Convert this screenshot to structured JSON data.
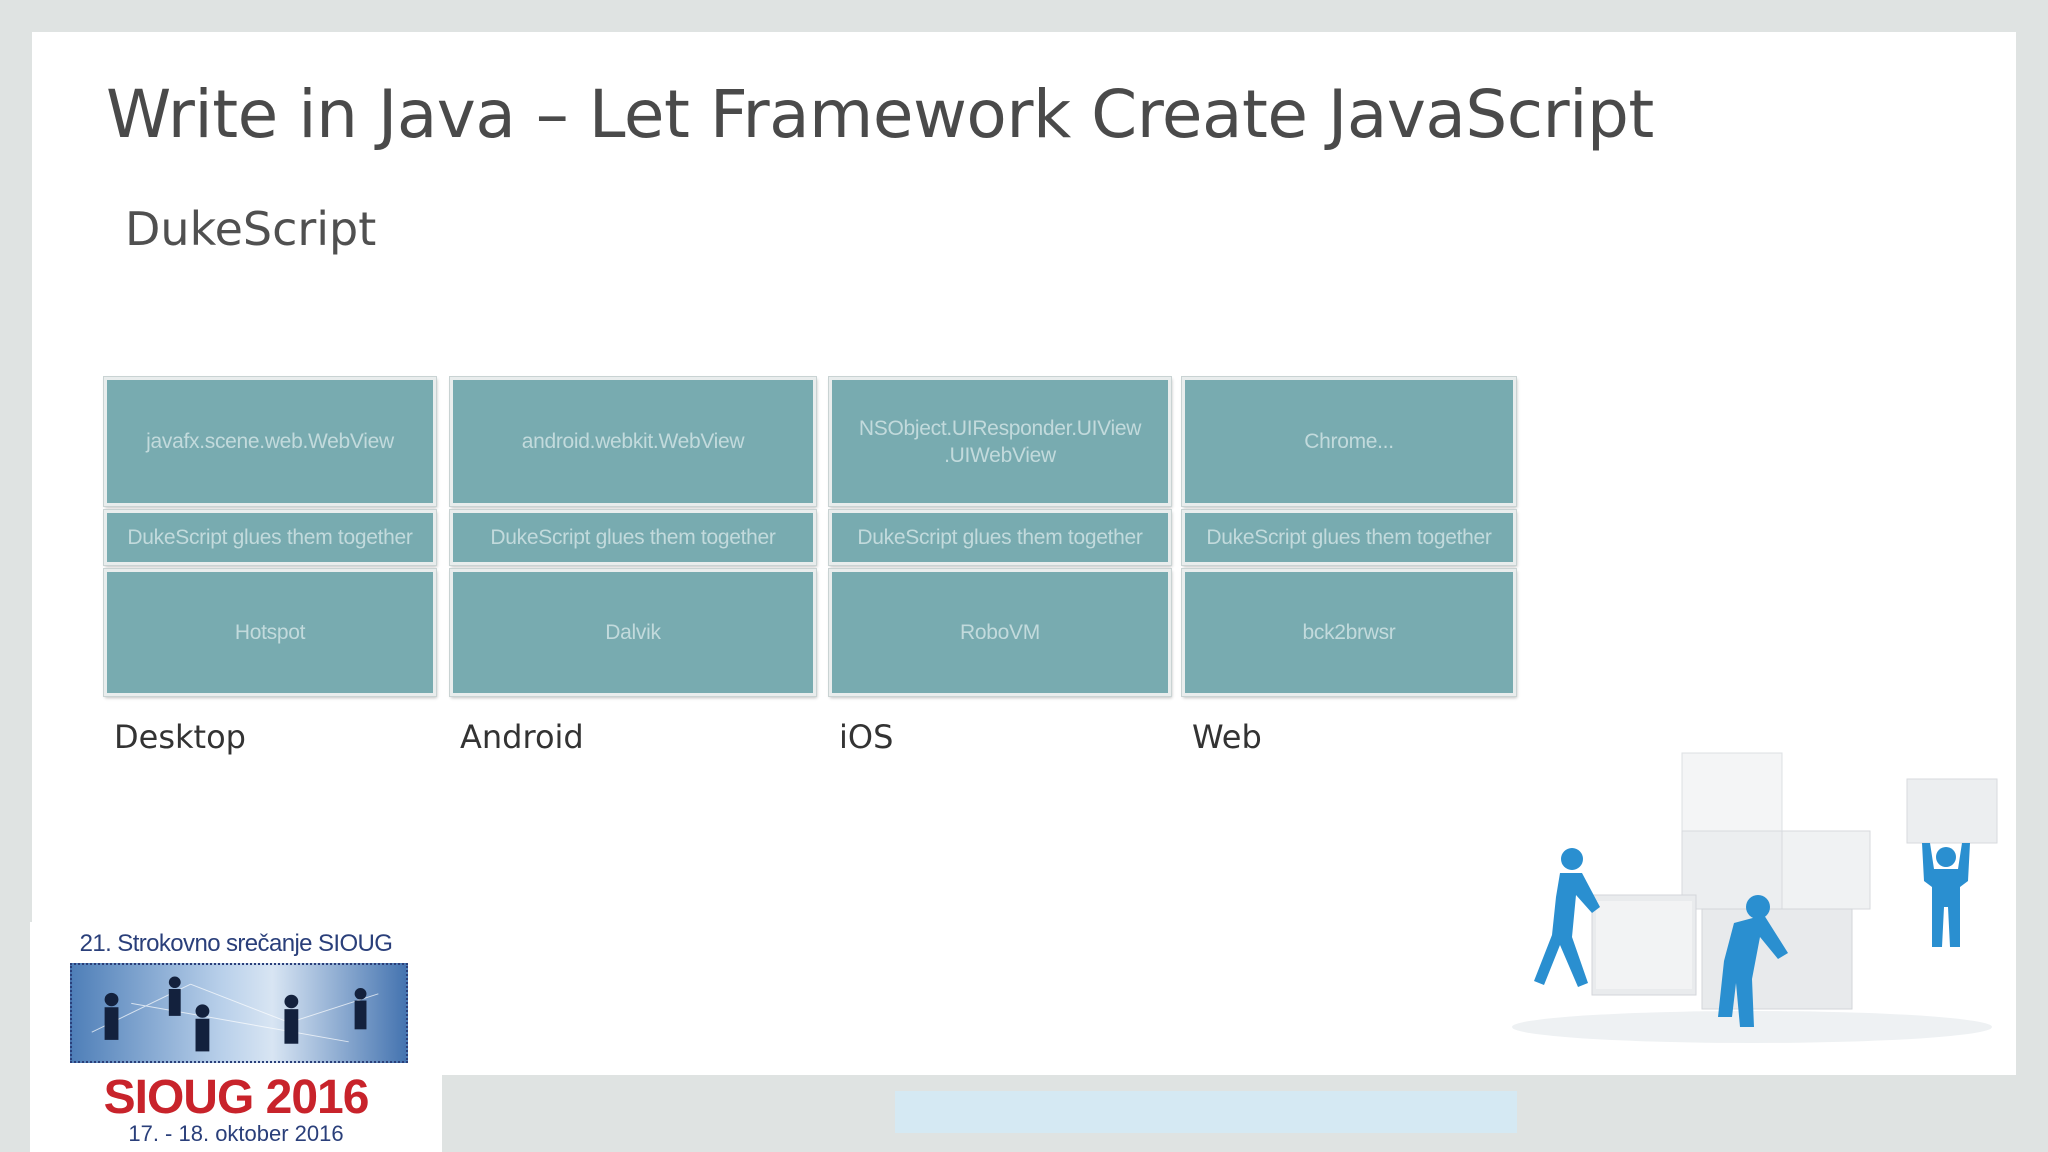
{
  "slide": {
    "title": "Write in Java – Let Framework Create JavaScript",
    "subtitle": "DukeScript"
  },
  "columns": [
    {
      "top": "javafx.scene.web.WebView",
      "middle": "DukeScript glues them together",
      "bottom": "Hotspot",
      "label": "Desktop"
    },
    {
      "top": "android.webkit.WebView",
      "middle": "DukeScript glues them together",
      "bottom": "Dalvik",
      "label": "Android"
    },
    {
      "top": "NSObject.UIResponder.UIView\n.UIWebView",
      "middle": "DukeScript glues them together",
      "bottom": "RoboVM",
      "label": "iOS"
    },
    {
      "top": "Chrome...",
      "middle": "DukeScript glues them together",
      "bottom": "bck2brwsr",
      "label": "Web"
    }
  ],
  "logo": {
    "meeting": "21. Strokovno srečanje SIOUG",
    "brand": "SIOUG 2016",
    "dates": "17. - 18. oktober 2016"
  },
  "colors": {
    "box_fill": "#78abb0",
    "box_text": "#c2dadc",
    "title_text": "#4a4a4a",
    "brand_red": "#c8232b",
    "brand_blue": "#2a3f7a",
    "figure_blue": "#2a8fd0"
  },
  "icons": {
    "illustration": "people-stacking-boxes-illustration",
    "logo_picture": "network-people-globe-picture"
  }
}
